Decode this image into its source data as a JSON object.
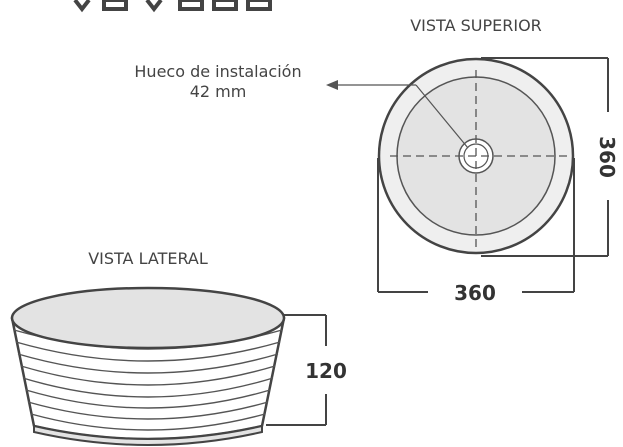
{
  "title_partial": "",
  "top_view": {
    "label": "VISTA SUPERIOR",
    "hole_label_line1": "Hueco de instalación",
    "hole_label_line2": "42 mm",
    "width_dim": "360",
    "height_dim": "360"
  },
  "side_view": {
    "label": "VISTA LATERAL",
    "height_dim": "120"
  },
  "colors": {
    "line": "#444444",
    "basin_fill": "#e3e3e3",
    "rim_fill": "#efefef",
    "text": "#444444"
  }
}
